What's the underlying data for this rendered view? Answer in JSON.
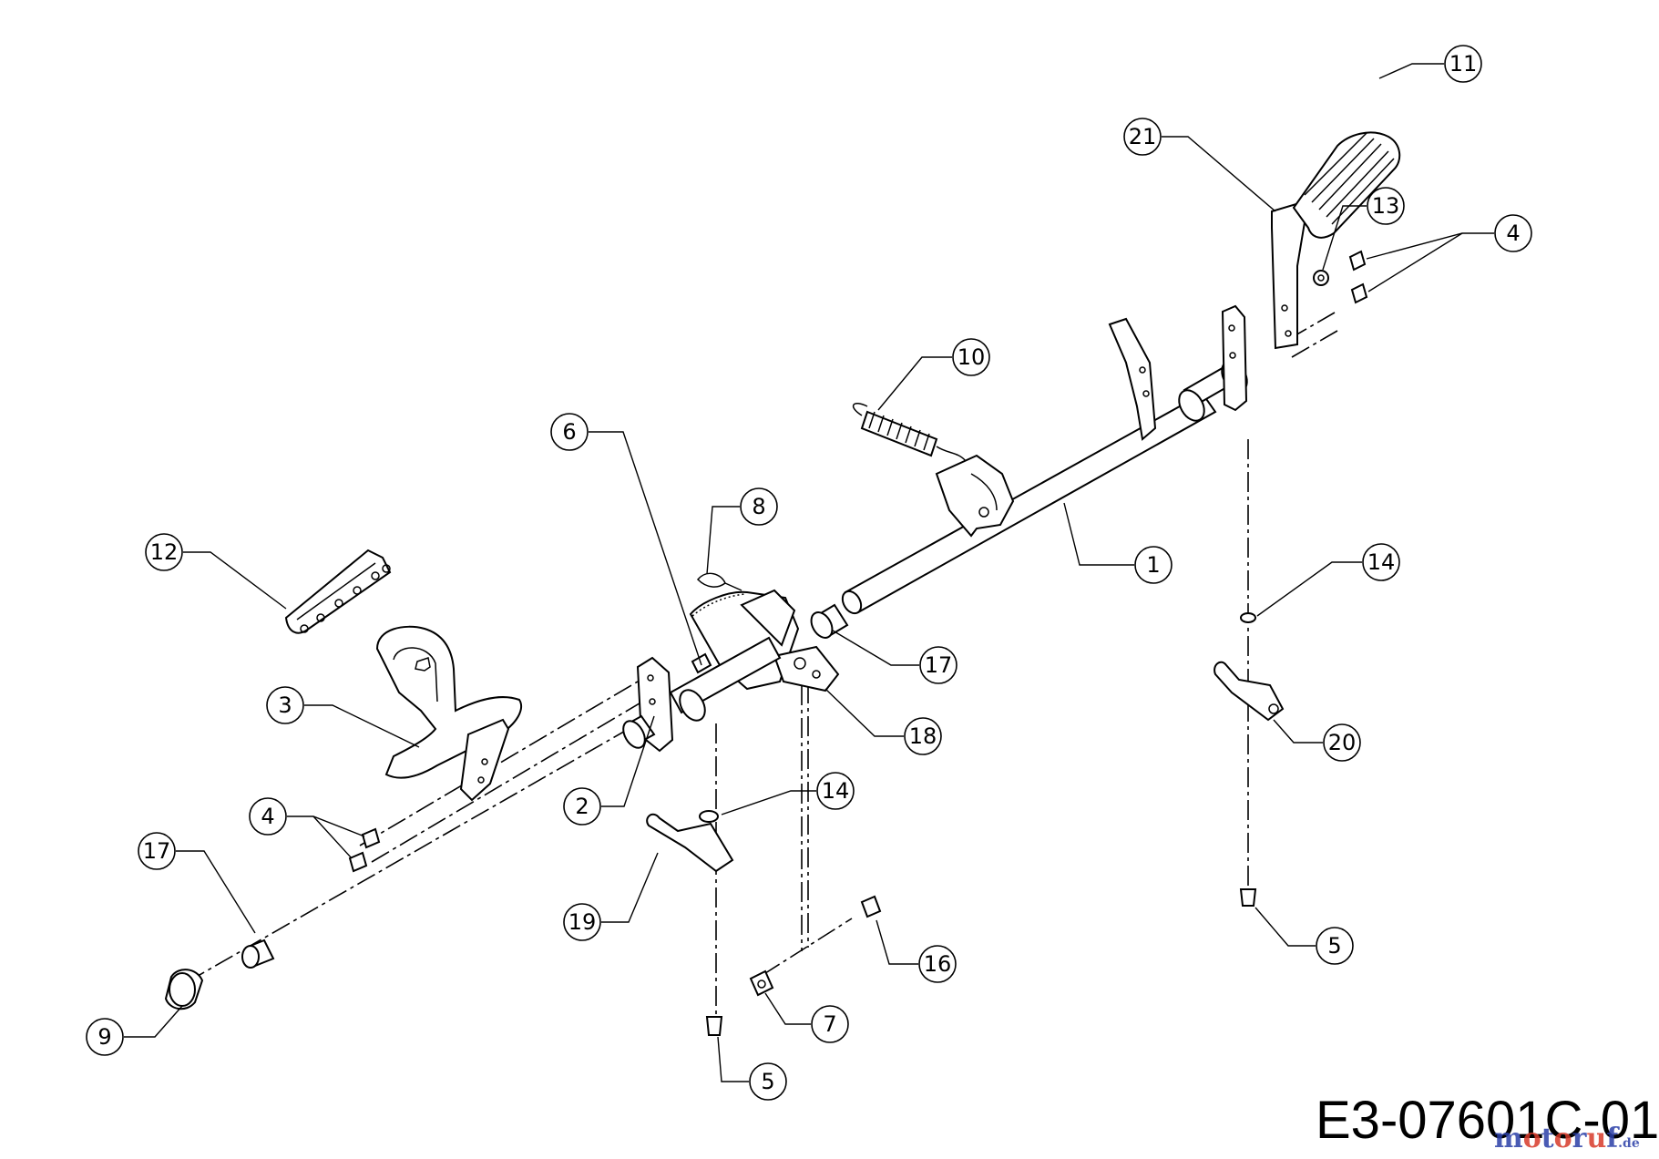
{
  "drawing_code": "E3-07601C-01",
  "watermark": {
    "brand": "motoruf",
    "tld": ".de",
    "colors": [
      "#2b3fa8",
      "#d83a2a"
    ]
  },
  "callouts": [
    {
      "id": "c1",
      "label": "1"
    },
    {
      "id": "c2",
      "label": "2"
    },
    {
      "id": "c3",
      "label": "3"
    },
    {
      "id": "c4a",
      "label": "4"
    },
    {
      "id": "c4b",
      "label": "4"
    },
    {
      "id": "c5a",
      "label": "5"
    },
    {
      "id": "c5b",
      "label": "5"
    },
    {
      "id": "c6",
      "label": "6"
    },
    {
      "id": "c7",
      "label": "7"
    },
    {
      "id": "c8",
      "label": "8"
    },
    {
      "id": "c9",
      "label": "9"
    },
    {
      "id": "c10",
      "label": "10"
    },
    {
      "id": "c11",
      "label": "11"
    },
    {
      "id": "c12",
      "label": "12"
    },
    {
      "id": "c13",
      "label": "13"
    },
    {
      "id": "c14a",
      "label": "14"
    },
    {
      "id": "c14b",
      "label": "14"
    },
    {
      "id": "c16",
      "label": "16"
    },
    {
      "id": "c17a",
      "label": "17"
    },
    {
      "id": "c17b",
      "label": "17"
    },
    {
      "id": "c18",
      "label": "18"
    },
    {
      "id": "c19",
      "label": "19"
    },
    {
      "id": "c20",
      "label": "20"
    },
    {
      "id": "c21",
      "label": "21"
    }
  ]
}
